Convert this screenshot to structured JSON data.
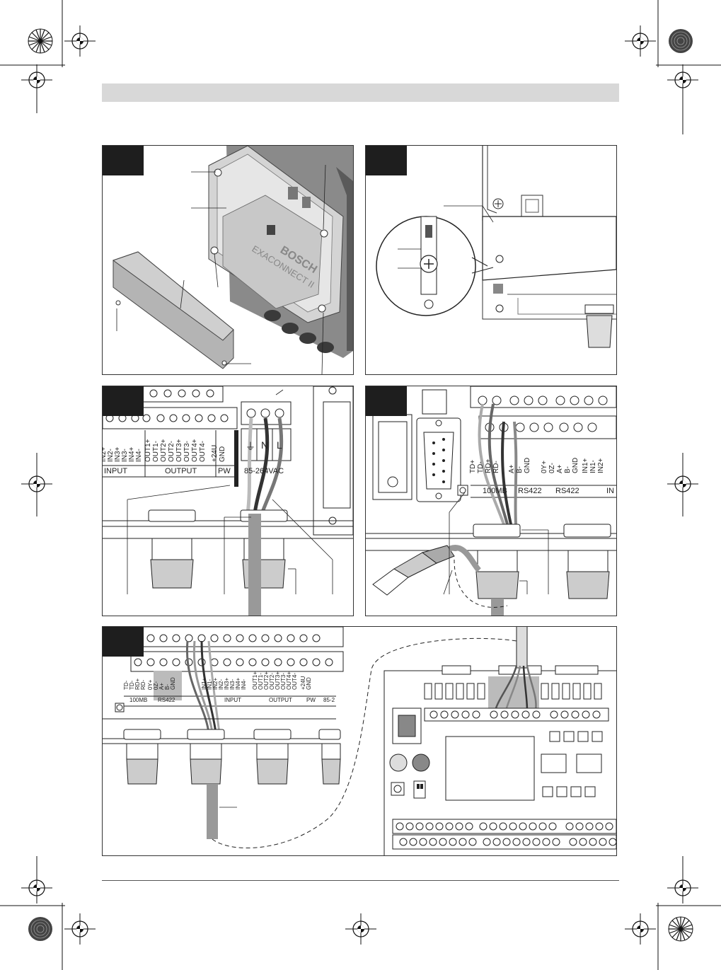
{
  "product": {
    "model": "EXACONNECT II",
    "brand": "BOSCH"
  },
  "fig3": {
    "input_terms": [
      "IN2+",
      "IN2-",
      "IN3+",
      "IN3-",
      "IN4+",
      "IN4-"
    ],
    "output_terms": [
      "OUT1+",
      "OUT1-",
      "OUT2+",
      "OUT2-",
      "OUT3+",
      "OUT3-",
      "OUT4+",
      "OUT4-"
    ],
    "pw_terms": [
      "+24U",
      "GND"
    ],
    "mains_terms": [
      "⏚",
      "N",
      "L"
    ],
    "group_input": "INPUT",
    "group_output": "OUTPUT",
    "group_pw": "PW",
    "mains_voltage": "85-264VAC"
  },
  "fig4": {
    "lan_terms": [
      "TD+",
      "TD-",
      "RD+",
      "RD-"
    ],
    "rs422_a_terms": [
      "A+",
      "B-",
      "GND"
    ],
    "rs422_b_terms": [
      "0Y+",
      "0Z-",
      "A+",
      "B-",
      "GND"
    ],
    "in_terms": [
      "IN1+",
      "IN1-",
      "IN2+"
    ],
    "group_lan": "100MB",
    "group_rs422_a": "RS422",
    "group_rs422_b": "RS422",
    "group_in": "IN"
  },
  "fig5": {
    "lan_terms": [
      "TD-",
      "TD-",
      "RD+",
      "RD-"
    ],
    "rs422_terms": [
      "0Y+",
      "0Z-",
      "A+",
      "B-",
      "GND"
    ],
    "input_terms": [
      "IN1+",
      "IN1-",
      "IN2+",
      "IN2-",
      "IN3+",
      "IN3-",
      "IN4+",
      "IN4-"
    ],
    "output_terms": [
      "OUT1+",
      "OUT1-",
      "OUT2+",
      "OUT2-",
      "OUT3+",
      "OUT3-",
      "OUT4+",
      "OUT4-"
    ],
    "pw_terms": [
      "+24U",
      "GND"
    ],
    "group_lan": "100MB",
    "group_rs422": "RS422",
    "group_input": "INPUT",
    "group_output": "OUTPUT",
    "group_pw": "PW",
    "mains_partial": "85-2"
  },
  "colors": {
    "tab": "#1e1e1e",
    "header_bar": "#d8d8d8",
    "line": "#333333"
  },
  "icons": [
    "registration-mark-icon",
    "starburst-mark-icon",
    "screw-icon",
    "rj45-plug-icon",
    "cable-gland-icon",
    "terminal-block-icon",
    "db9-connector-icon"
  ]
}
